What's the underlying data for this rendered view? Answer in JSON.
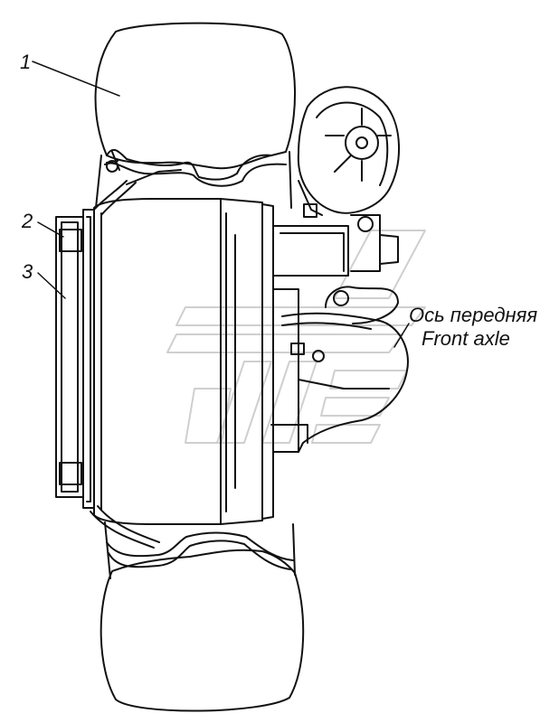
{
  "callouts": [
    {
      "id": "1",
      "text": "1"
    },
    {
      "id": "2",
      "text": "2"
    },
    {
      "id": "3",
      "text": "3"
    }
  ],
  "axle_label": {
    "ru": "Ось передняя",
    "en": "Front axle"
  },
  "colors": {
    "ink": "#111111",
    "watermark": "#cfcfcf"
  }
}
